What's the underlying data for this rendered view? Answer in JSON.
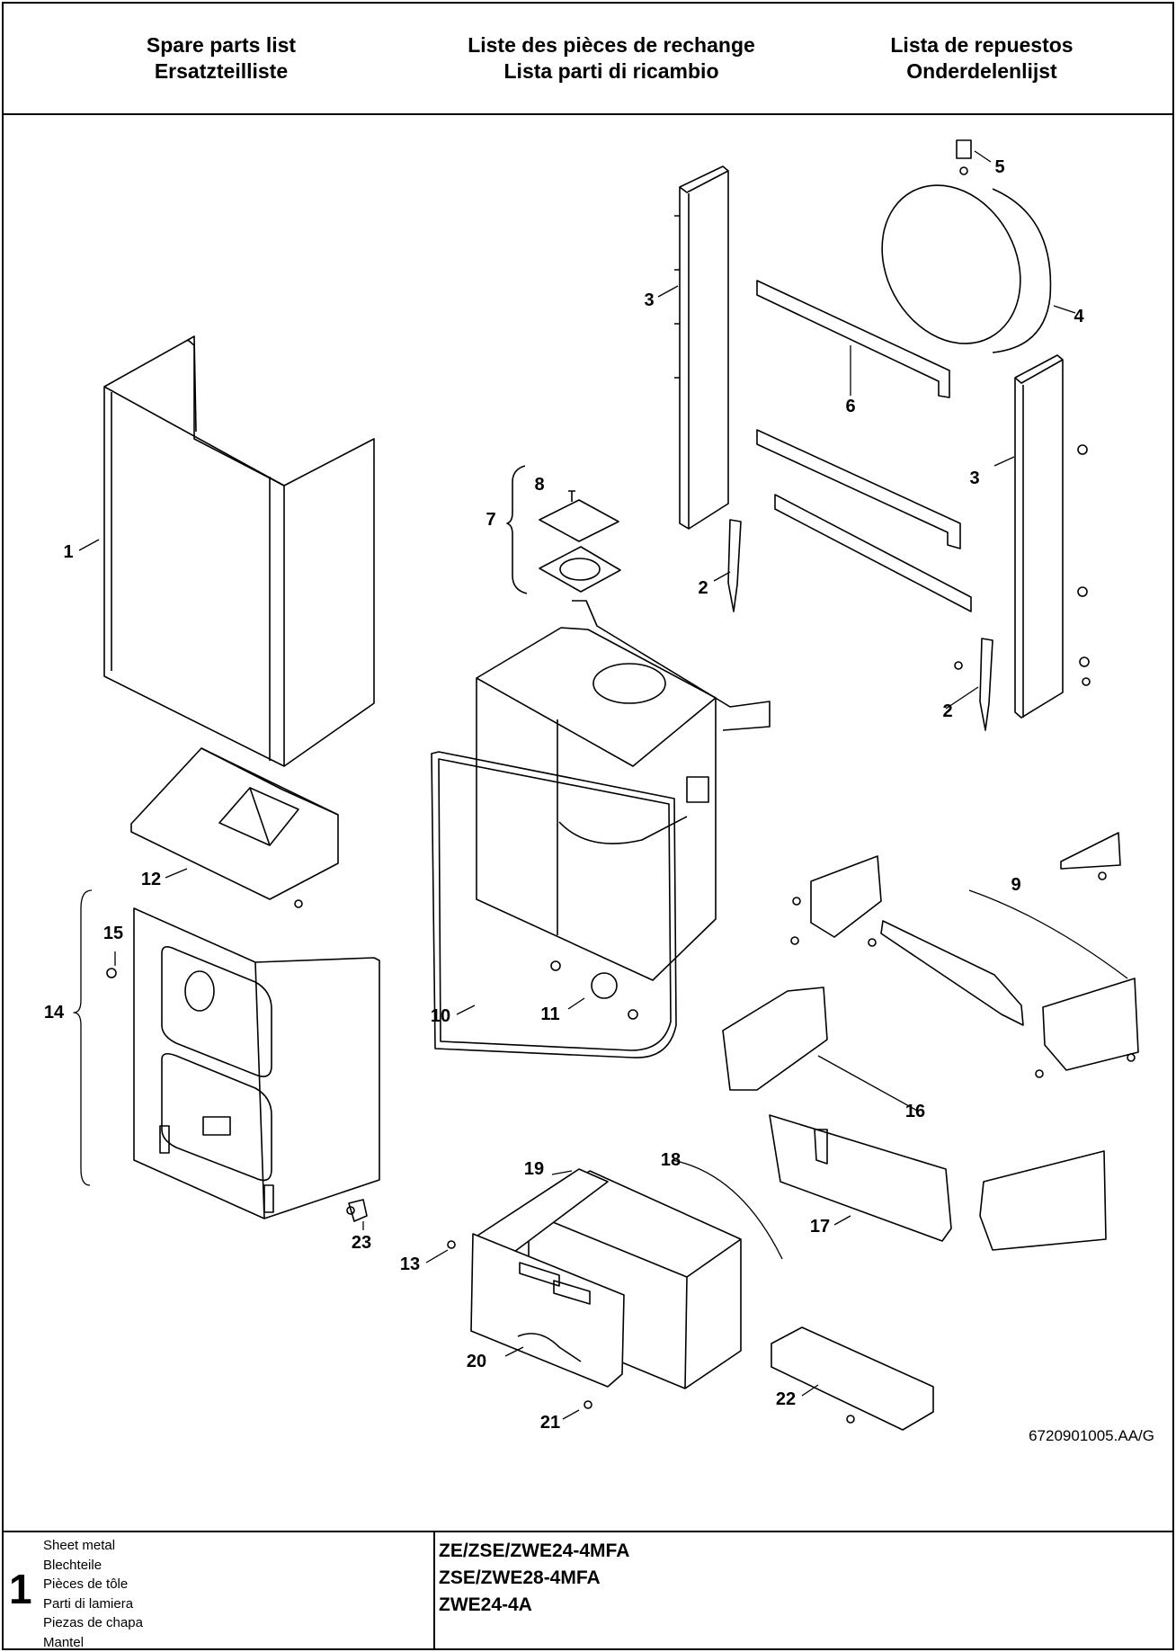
{
  "header": {
    "col1": [
      "Spare parts list",
      "Ersatzteilliste"
    ],
    "col2": [
      "Liste des pièces de rechange",
      "Lista parti di ricambio"
    ],
    "col3": [
      "Lista de repuestos",
      "Onderdelenlijst"
    ]
  },
  "drawing": {
    "callouts": [
      "1",
      "2",
      "2",
      "3",
      "3",
      "4",
      "5",
      "6",
      "7",
      "8",
      "9",
      "10",
      "11",
      "12",
      "13",
      "14",
      "15",
      "16",
      "17",
      "18",
      "19",
      "20",
      "21",
      "22",
      "23"
    ],
    "drawing_number": "6720901005.AA/G"
  },
  "footer": {
    "section_number": "1",
    "section_titles": [
      "Sheet metal",
      "Blechteile",
      "Pièces de tôle",
      "Parti di lamiera",
      "Piezas de chapa",
      "Mantel"
    ],
    "models": [
      "ZE/ZSE/ZWE24-4MFA",
      "ZSE/ZWE28-4MFA",
      "ZWE24-4A"
    ]
  }
}
